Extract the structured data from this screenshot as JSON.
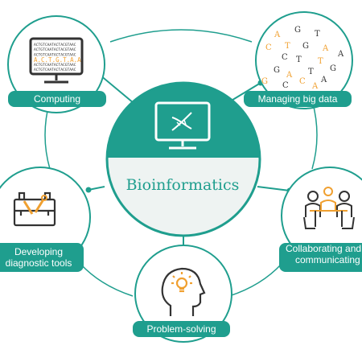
{
  "colors": {
    "teal": "#1f9e8e",
    "pale": "#eef3f2",
    "dark": "#333333",
    "orange": "#f0a030"
  },
  "center": {
    "title": "Bioinformatics",
    "icon": "monitor-dna-icon"
  },
  "nodes": [
    {
      "id": "computing",
      "label": "Computing",
      "icon": "computer-monitor-icon",
      "screen_lines": [
        "ACTGTCAATACTACGTAAC",
        "ACTGTCAATACTACGTAAC",
        "ACTGTCAATACTACGTAAC",
        "A.C.T.G.T.A.A",
        "ACTGTCAATACTACGTAAC",
        "ACTGTCAATACTACGTAAC"
      ]
    },
    {
      "id": "big-data",
      "label": "Managing big data",
      "icon": "scattered-letters-icon",
      "letters": [
        "A",
        "G",
        "T",
        "C",
        "T",
        "C",
        "G",
        "A",
        "T",
        "T",
        "A",
        "G",
        "A",
        "T",
        "G",
        "C",
        "C",
        "A",
        "G",
        "A"
      ]
    },
    {
      "id": "diagnostic",
      "label_lines": [
        "Developing",
        "diagnostic tools"
      ],
      "icon": "toolbox-icon"
    },
    {
      "id": "collaborating",
      "label_lines": [
        "Collaborating and",
        "communicating"
      ],
      "icon": "people-meeting-icon"
    },
    {
      "id": "problem-solving",
      "label": "Problem-solving",
      "icon": "head-lightbulb-icon"
    }
  ]
}
